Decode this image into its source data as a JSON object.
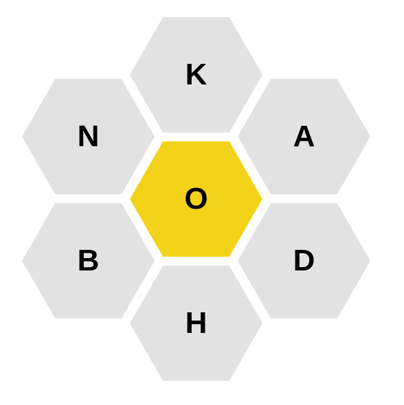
{
  "hive": {
    "center_letter": "O",
    "outer": {
      "top": "K",
      "upper_left": "N",
      "upper_right": "A",
      "lower_left": "B",
      "lower_right": "D",
      "bottom": "H"
    }
  },
  "colors": {
    "center_cell": "#f3d21a",
    "outer_cell": "#e2e2e2",
    "letter": "#000000",
    "background": "#ffffff"
  }
}
